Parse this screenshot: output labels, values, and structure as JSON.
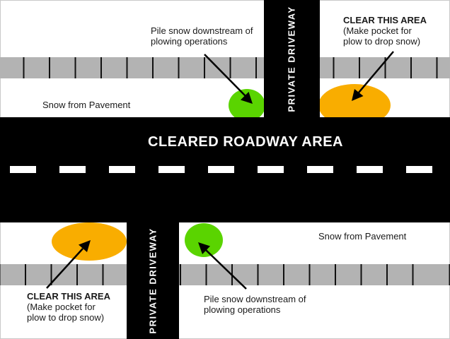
{
  "road": {
    "title": "CLEARED ROADWAY AREA"
  },
  "driveway": {
    "label": "PRIVATE DRIVEWAY"
  },
  "annotations": {
    "pile": {
      "line1": "Pile snow downstream of",
      "line2": "plowing operations"
    },
    "clear": {
      "line1": "CLEAR THIS AREA",
      "line2": "(Make pocket for",
      "line3": "plow to drop snow)"
    },
    "snow": {
      "label": "Snow from Pavement"
    }
  },
  "colors": {
    "road": "#000000",
    "pavement_strip": "#b3b3b3",
    "tick_mark": "#111111",
    "pile_snow_zone_green": "#5ad400",
    "clear_area_zone_orange": "#f9ad00",
    "lane_dash": "#ffffff",
    "text": "#1a1a1a"
  }
}
